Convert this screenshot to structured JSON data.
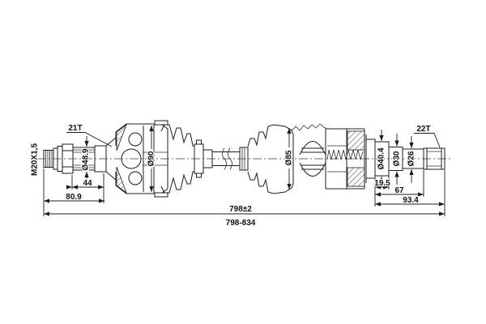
{
  "drawing": {
    "subject": "drive-shaft-technical-drawing",
    "labels": {
      "thread_spec": "M20X1,5",
      "left_spline": "21T",
      "right_spline": "22T"
    },
    "diameters": {
      "stub_seat": "Ø48.9",
      "outer_joint": "Ø90",
      "inner_boot": "Ø85",
      "step_1": "Ø40.4",
      "step_2": "Ø30",
      "step_3": "Ø26"
    },
    "lengths": {
      "stub_spline": "44",
      "stub_total": "80.9",
      "step_1": "19.5",
      "step_2": "67",
      "right_end": "93.4",
      "overall": "798±2",
      "overall_range": "798-834"
    },
    "colors": {
      "line": "#1c1c1c",
      "background": "#ffffff"
    }
  }
}
